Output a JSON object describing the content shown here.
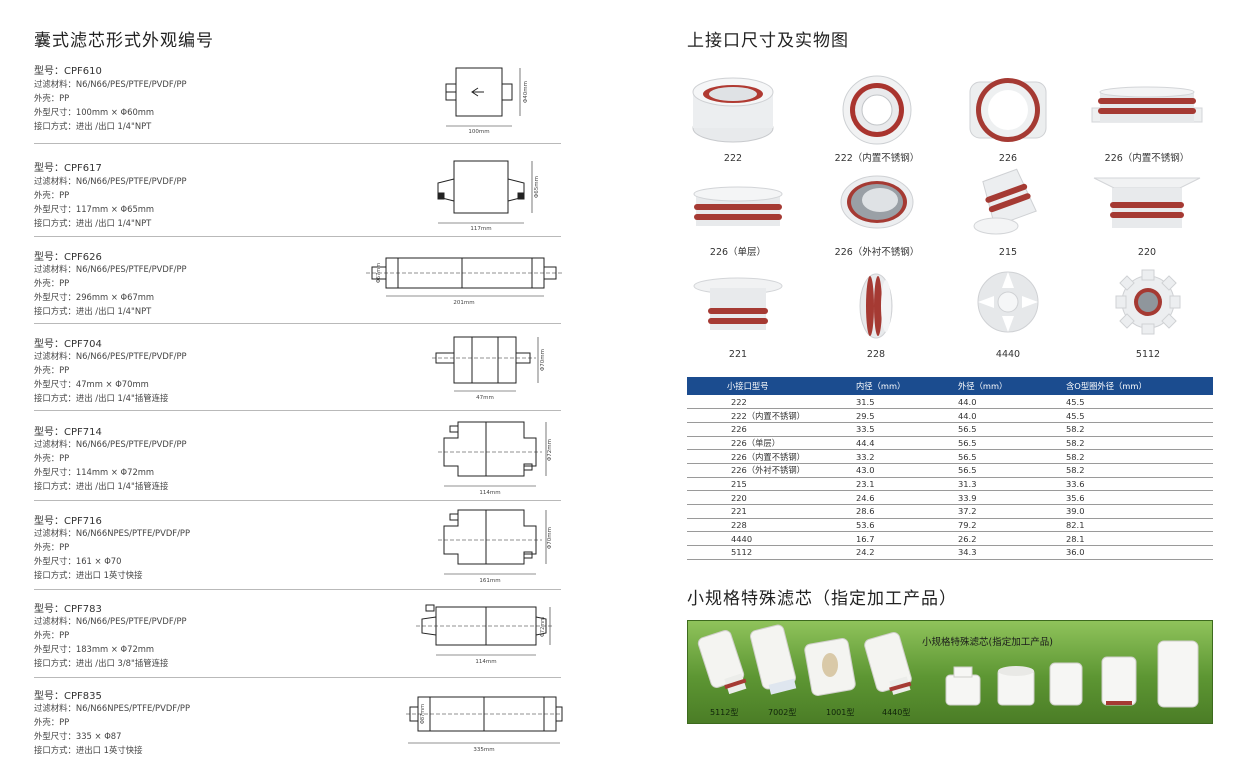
{
  "left": {
    "title": "囊式滤芯形式外观编号",
    "products": [
      {
        "model": "型号：CPF610",
        "material": "过滤材料：N6/N66/PES/PTFE/PVDF/PP",
        "shell": "外壳：PP",
        "size": "外型尺寸：100mm × Φ60mm",
        "connection": "接口方式：进出 /出口 1/4\"NPT",
        "dim_length": "100mm",
        "dim_dia": "Φ40mm"
      },
      {
        "model": "型号：CPF617",
        "material": "过滤材料：N6/N66/PES/PTFE/PVDF/PP",
        "shell": "外壳：PP",
        "size": "外型尺寸：117mm × Φ65mm",
        "connection": "接口方式：进出 /出口 1/4\"NPT",
        "dim_length": "117mm",
        "dim_dia": "Φ65mm"
      },
      {
        "model": "型号：CPF626",
        "material": "过滤材料：N6/N66/PES/PTFE/PVDF/PP",
        "shell": "外壳：PP",
        "size": "外型尺寸：296mm × Φ67mm",
        "connection": "接口方式：进出 /出口 1/4\"NPT",
        "dim_length": "201mm",
        "dim_dia": "Φ67mm"
      },
      {
        "model": "型号：CPF704",
        "material": "过滤材料：N6/N66/PES/PTFE/PVDF/PP",
        "shell": "外壳：PP",
        "size": "外型尺寸：47mm × Φ70mm",
        "connection": "接口方式：进出 /出口 1/4\"插管连接",
        "dim_length": "47mm",
        "dim_dia": "Φ70mm"
      },
      {
        "model": "型号：CPF714",
        "material": "过滤材料：N6/N66/PES/PTFE/PVDF/PP",
        "shell": "外壳：PP",
        "size": "外型尺寸：114mm × Φ72mm",
        "connection": "接口方式：进出 /出口 1/4\"插管连接",
        "dim_length": "114mm",
        "dim_dia": "Φ72mm"
      },
      {
        "model": "型号：CPF716",
        "material": "过滤材料：N6/N66NPES/PTFE/PVDF/PP",
        "shell": "外壳：PP",
        "size": "外型尺寸：161 × Φ70",
        "connection": "接口方式：进出口 1英寸快接",
        "dim_length": "161mm",
        "dim_dia": "Φ70mm"
      },
      {
        "model": "型号：CPF783",
        "material": "过滤材料：N6/N66/PES/PTFE/PVDF/PP",
        "shell": "外壳：PP",
        "size": "外型尺寸：183mm × Φ72mm",
        "connection": "接口方式：进出 /出口 3/8\"插管连接",
        "dim_length": "114mm",
        "dim_dia": "Φ72mm"
      },
      {
        "model": "型号：CPF835",
        "material": "过滤材料：N6/N66NPES/PTFE/PVDF/PP",
        "shell": "外壳：PP",
        "size": "外型尺寸：335 × Φ87",
        "connection": "接口方式：进出口 1英寸快接",
        "dim_length": "335mm",
        "dim_dia": "Φ87mm"
      }
    ]
  },
  "right": {
    "title": "上接口尺寸及实物图",
    "thumbs": [
      {
        "label": "222"
      },
      {
        "label": "222（内置不锈钢）"
      },
      {
        "label": "226"
      },
      {
        "label": "226（内置不锈钢）"
      },
      {
        "label": "226（单层）"
      },
      {
        "label": "226（外衬不锈钢）"
      },
      {
        "label": "215"
      },
      {
        "label": "220"
      },
      {
        "label": "221"
      },
      {
        "label": "228"
      },
      {
        "label": "4440"
      },
      {
        "label": "5112"
      }
    ],
    "table": {
      "headers": [
        "小接口型号",
        "内径（mm）",
        "外径（mm）",
        "含O型圈外径（mm）"
      ],
      "rows": [
        [
          "222",
          "31.5",
          "44.0",
          "45.5"
        ],
        [
          "222（内置不锈钢）",
          "29.5",
          "44.0",
          "45.5"
        ],
        [
          "226",
          "33.5",
          "56.5",
          "58.2"
        ],
        [
          "226（单层）",
          "44.4",
          "56.5",
          "58.2"
        ],
        [
          "226（内置不锈钢）",
          "33.2",
          "56.5",
          "58.2"
        ],
        [
          "226（外衬不锈钢）",
          "43.0",
          "56.5",
          "58.2"
        ],
        [
          "215",
          "23.1",
          "31.3",
          "33.6"
        ],
        [
          "220",
          "24.6",
          "33.9",
          "35.6"
        ],
        [
          "221",
          "28.6",
          "37.2",
          "39.0"
        ],
        [
          "228",
          "53.6",
          "79.2",
          "82.1"
        ],
        [
          "4440",
          "16.7",
          "26.2",
          "28.1"
        ],
        [
          "5112",
          "24.2",
          "34.3",
          "36.0"
        ]
      ]
    },
    "special_title": "小规格特殊滤芯（指定加工产品）",
    "banner": {
      "title": "小规格特殊滤芯(指定加工产品)",
      "labels": [
        "5112型",
        "7002型",
        "1001型",
        "4440型"
      ]
    }
  }
}
